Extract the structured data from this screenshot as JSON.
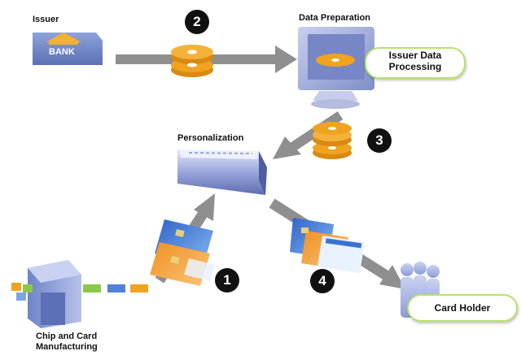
{
  "labels": {
    "issuer": "Issuer",
    "bank": "BANK",
    "data_preparation": "Data Preparation",
    "issuer_data_processing_line1": "Issuer Data",
    "issuer_data_processing_line2": "Processing",
    "personalization": "Personalization",
    "chip_line1": "Chip and Card",
    "chip_line2": "Manufacturing",
    "card_holder": "Card Holder"
  },
  "steps": [
    "1",
    "2",
    "3",
    "4"
  ],
  "colors": {
    "arrow": "#8f8f8f",
    "disc": "#f0a31e",
    "pill_border": "#b6e36c",
    "bank_blue": "#6d86c6",
    "bank_roof": "#f3b12d",
    "monitor": "#9ba8d8",
    "badge": "#111111"
  },
  "icons": [
    "bank-icon",
    "disc-stack-icon",
    "monitor-icon",
    "personalization-machine-icon",
    "card-stack-icon",
    "chip-machine-icon",
    "people-icon"
  ]
}
